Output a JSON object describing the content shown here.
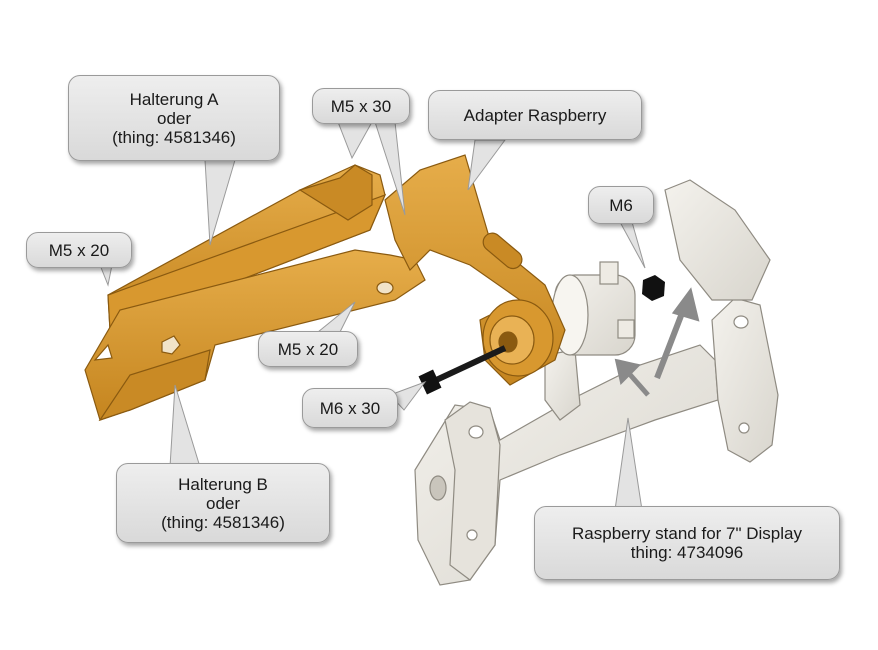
{
  "labels": {
    "halterung_a": [
      "Halterung A",
      "oder",
      "(thing: 4581346)"
    ],
    "m5x30": "M5 x 30",
    "adapter": "Adapter Raspberry",
    "m5x20_top": "M5 x 20",
    "m6": "M6",
    "m5x20_bottom": "M5 x 20",
    "m6x30": "M6 x 30",
    "halterung_b": [
      "Halterung B",
      "oder",
      "(thing: 4581346)"
    ],
    "stand": [
      "Raspberry stand for 7\" Display",
      "thing: 4734096"
    ]
  },
  "colors": {
    "orange_part": "#d4952e",
    "white_part": "#eceae4",
    "callout_fill": "#e3e3e3",
    "arrow": "#8a8a8a"
  }
}
